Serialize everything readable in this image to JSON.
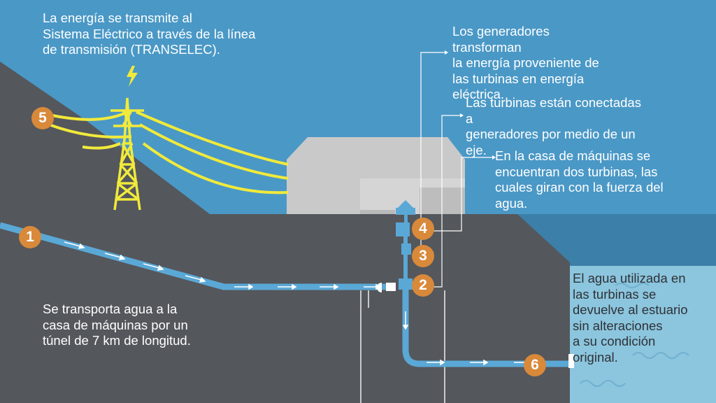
{
  "colors": {
    "sky": "#4a98c6",
    "ground": "#54575c",
    "house": "#c9c9c9",
    "pipe": "#5aa8d6",
    "estuary": "#8cc5de",
    "line": "#f1ea3b",
    "step_badge": "#d8893a",
    "deep_water": "#3c7fa8"
  },
  "steps": {
    "s1": "1",
    "s2": "2",
    "s3": "3",
    "s4": "4",
    "s5": "5",
    "s6": "6"
  },
  "texts": {
    "transmission": "La energía se transmite al\nSistema Eléctrico a través de la línea\nde transmisión (TRANSELEC).",
    "generators": "Los generadores\ntransforman\nla energía proveniente de\nlas turbinas en energía\neléctrica.",
    "turbines_connected": "Las turbinas están conectadas\na\ngeneradores por medio de un\neje.",
    "machine_house": "En la casa de máquinas se\nencuentran dos turbinas, las\ncuales giran con la fuerza del\nagua.",
    "estuary": "El agua utilizada en\nlas turbinas se\ndevuelve al estuario\nsin alteraciones\na su condición\noriginal.",
    "tunnel": "Se transporta agua a la\ncasa de máquinas por un\ntúnel de 7 km de longitud."
  },
  "icons": {
    "bolt": "lightning-bolt-icon",
    "tower": "transmission-tower-icon",
    "arrow": "flow-arrow-icon"
  }
}
